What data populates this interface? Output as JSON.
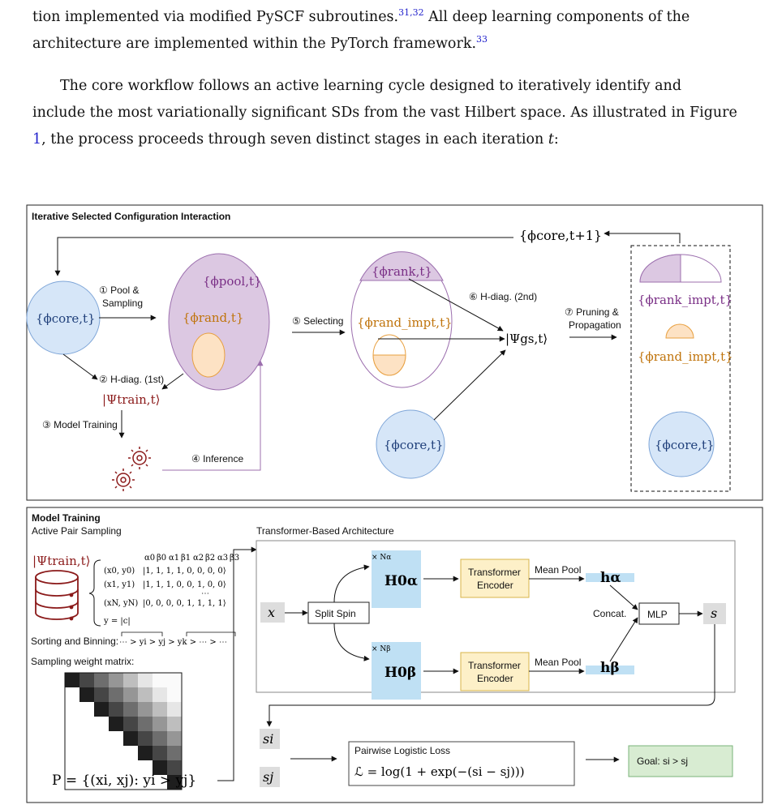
{
  "text": {
    "line1_a": "tion implemented via modified PySCF subroutines.",
    "line1_ref1": "31,32",
    "line1_b": " All deep learning components of the",
    "line2_a": "architecture are implemented within the PyTorch framework.",
    "line2_ref": "33",
    "para2_a": "The core workflow follows an active learning cycle designed to iteratively identify and include the most variationally significant SDs from the vast Hilbert space. As illustrated in Figure ",
    "para2_fig": "1",
    "para2_b": ", the process proceeds through seven distinct stages in each iteration ",
    "para2_t": "t",
    "para2_end": ":"
  },
  "figure": {
    "top": {
      "title": "Iterative Selected Configuration Interaction",
      "core_label": "{ϕcore,t}",
      "core_next_label": "{ϕcore,t+1}",
      "pool_label": "{ϕpool,t}",
      "rand_label": "{ϕrand,t}",
      "rank_label": "{ϕrank,t}",
      "rand_impt_label": "{ϕrand_impt,t}",
      "rank_impt_label": "{ϕrank_impt,t}",
      "psi_train": "|Ψtrain,t⟩",
      "psi_gs": "|Ψgs,t⟩",
      "step1": "① Pool &",
      "step1b": "Sampling",
      "step2": "② H-diag. (1st)",
      "step3": "③ Model Training",
      "step4": "④ Inference",
      "step5": "⑤ Selecting",
      "step6": "⑥ H-diag. (2nd)",
      "step7": "⑦ Pruning &",
      "step7b": "Propagation"
    },
    "bottom": {
      "title": "Model Training",
      "aps_title": "Active Pair Sampling",
      "arch_title": "Transformer-Based Architecture",
      "psi_train": "|Ψtrain,t⟩",
      "orbital_header": [
        "α0",
        "β0",
        "α1",
        "β1",
        "α2",
        "β2",
        "α3",
        "β3"
      ],
      "rows": [
        {
          "x": "(x0, y0)",
          "v": "|1,  1,  1,  1,  0,  0,  0,  0⟩"
        },
        {
          "x": "(x1, y1)",
          "v": "|1,  1,  1,  0,  0,  1,  0,  0⟩"
        },
        {
          "x": "(xN, yN)",
          "v": "|0,  0,  0,  0,  1,  1,  1,  1⟩"
        }
      ],
      "ellipsis": "⋯",
      "y_def": "y = |c|",
      "sorting": "Sorting and Binning:",
      "sorting_seq": "⋯ > yi > yj > yk > ⋯ > ⋯",
      "weight_title": "Sampling weight matrix:",
      "p_def": "P = {(xi, xj): yi > yj}",
      "x_in": "x",
      "split": "Split Spin",
      "n_alpha": "× Nα",
      "n_beta": "× Nβ",
      "h_alpha": "H0α",
      "h_beta": "H0β",
      "encoder1": "Transformer",
      "encoder2": "Encoder",
      "mean_pool": "Mean Pool",
      "hvec_alpha": "hα",
      "hvec_beta": "hβ",
      "concat": "Concat.",
      "mlp": "MLP",
      "s_out": "s",
      "si": "si",
      "sj": "sj",
      "loss_title": "Pairwise Logistic Loss",
      "loss_eq": "ℒ = log(1  +  exp(−(si − sj)))",
      "goal": "Goal: si  >  sj"
    }
  },
  "colors": {
    "blue_fill": "#d6e6f8",
    "blue_stroke": "#7fa6d8",
    "purple_fill": "#dcc8e2",
    "purple_stroke": "#9c6fae",
    "orange_fill": "#fde2c4",
    "orange_stroke": "#e8a040",
    "yellow_fill": "#fdf0c8",
    "yellow_stroke": "#d8b44a",
    "green_fill": "#d8ecd2",
    "green_stroke": "#7ab37a",
    "cyan_fill": "#bfe0f4",
    "dark_red": "#8b1a1a",
    "core_text": "#1f3f7a",
    "pool_text": "#7a2f86",
    "orange_text": "#c0740c"
  }
}
